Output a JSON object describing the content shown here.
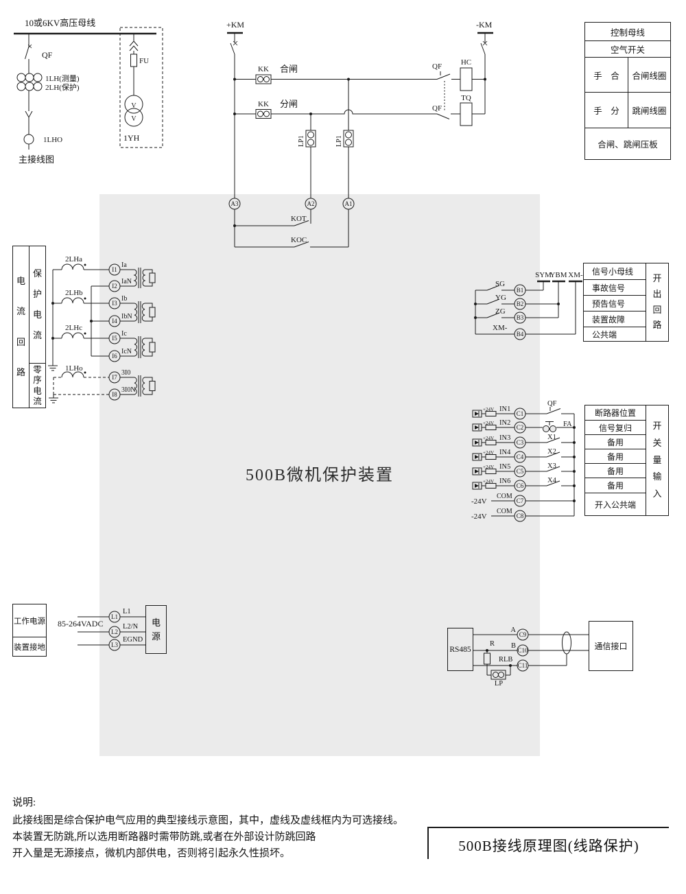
{
  "device_label": "500B微机保护装置",
  "main": {
    "bus_label": "10或6KV高压母线",
    "qf": "QF",
    "ct_measure": "1LH(测量)",
    "ct_protect": "2LH(保护)",
    "ct_zero": "1LHO",
    "fuse": "FU",
    "v": "V",
    "vt": "1YH",
    "caption": "主接线图"
  },
  "control": {
    "pos_bus": "+KM",
    "neg_bus": "-KM",
    "kk": "KK",
    "close_label": "合闸",
    "trip_label": "分闸",
    "qf_close": "QF",
    "qf_trip": "QF",
    "close_coil": "HC",
    "trip_coil": "TQ",
    "lp1_close": "LP1",
    "lp1_trip": "LP1",
    "kot": "KOT",
    "koc": "KOC",
    "terminals": {
      "a3": "A3",
      "a2": "A2",
      "a1": "A1"
    }
  },
  "control_legend": {
    "row1": "控制母线",
    "row2": "空气开关",
    "row3_left": "手　合",
    "row3_right": "合闸线圈",
    "row4_left": "手　分",
    "row4_right": "跳闸线圈",
    "row5": "合闸、跳闸压板"
  },
  "current": {
    "group_label": "电流回路",
    "protect_label": "保护电流",
    "zero_label": "零序电流",
    "ct_a": "2LHa",
    "ct_b": "2LHb",
    "ct_c": "2LHc",
    "ct_0": "1LHo",
    "terminals": [
      {
        "id": "I1",
        "signal": "Ia"
      },
      {
        "id": "I2",
        "signal": "IaN"
      },
      {
        "id": "I3",
        "signal": "Ib"
      },
      {
        "id": "I4",
        "signal": "IbN"
      },
      {
        "id": "I5",
        "signal": "Ic"
      },
      {
        "id": "I6",
        "signal": "IcN"
      },
      {
        "id": "I7",
        "signal": "3I0"
      },
      {
        "id": "I8",
        "signal": "3I0N"
      }
    ]
  },
  "signal": {
    "contacts": [
      {
        "name": "SG",
        "terminal": "B1"
      },
      {
        "name": "YG",
        "terminal": "B2"
      },
      {
        "name": "ZG",
        "terminal": "B3"
      },
      {
        "name": "XM-",
        "terminal": "B4"
      }
    ],
    "buses": [
      "SYM",
      "YBM",
      "XM-"
    ],
    "table_rows": [
      "信号小母线",
      "事故信号",
      "预告信号",
      "装置故障",
      "公共端"
    ],
    "side_label": "开出回路"
  },
  "inputs": {
    "channels": [
      {
        "supply": "+24V",
        "name": "IN1",
        "terminal": "C1",
        "external": "QF"
      },
      {
        "supply": "+24V",
        "name": "IN2",
        "terminal": "C2",
        "external": "FA"
      },
      {
        "supply": "+24V",
        "name": "IN3",
        "terminal": "C3",
        "external": "X1"
      },
      {
        "supply": "+24V",
        "name": "IN4",
        "terminal": "C4",
        "external": "X2"
      },
      {
        "supply": "+24V",
        "name": "IN5",
        "terminal": "C5",
        "external": "X3"
      },
      {
        "supply": "+24V",
        "name": "IN6",
        "terminal": "C6",
        "external": "X4"
      },
      {
        "supply": "-24V",
        "name": "COM",
        "terminal": "C7"
      },
      {
        "supply": "-24V",
        "name": "COM",
        "terminal": "C8"
      }
    ],
    "table_rows": [
      "断路器位置",
      "信号复归",
      "备用",
      "备用",
      "备用",
      "备用",
      "开入公共端"
    ],
    "side_label": "开关量输入"
  },
  "power": {
    "source_label": "工作电源",
    "ground_label": "装置接地",
    "voltage": "85-264VADC",
    "terminals": [
      {
        "id": "L1",
        "signal": "L1"
      },
      {
        "id": "L2",
        "signal": "L2/N"
      },
      {
        "id": "L3",
        "signal": "EGND"
      }
    ],
    "box_label": "电源"
  },
  "comm": {
    "box_label": "RS485",
    "line_a": "A",
    "line_b": "B",
    "resistor": "R",
    "rlb": "RLB",
    "lp": "LP",
    "terminals": [
      "C9",
      "C10",
      "C11"
    ],
    "interface_label": "通信接口"
  },
  "notes": {
    "heading": "说明:",
    "lines": [
      "此接线图是综合保护电气应用的典型接线示意图，其中，虚线及虚线框内为可选接线。",
      "本装置无防跳,所以选用断路器时需带防跳,或者在外部设计防跳回路",
      "开入量是无源接点，微机内部供电，否则将引起永久性损坏。"
    ]
  },
  "title_block": "500B接线原理图(线路保护)"
}
